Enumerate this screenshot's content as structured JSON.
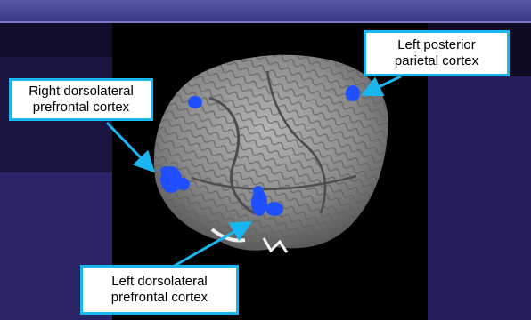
{
  "labels": {
    "right_dlpfc": "Right dorsolateral\nprefrontal cortex",
    "left_ppc": "Left posterior\nparietal cortex",
    "left_dlpfc": "Left dorsolateral\nprefrontal cortex"
  },
  "colors": {
    "activation": "#1f4fff",
    "arrow": "#19b6ef",
    "brain": "#8c8c8c",
    "background": "#000000"
  }
}
